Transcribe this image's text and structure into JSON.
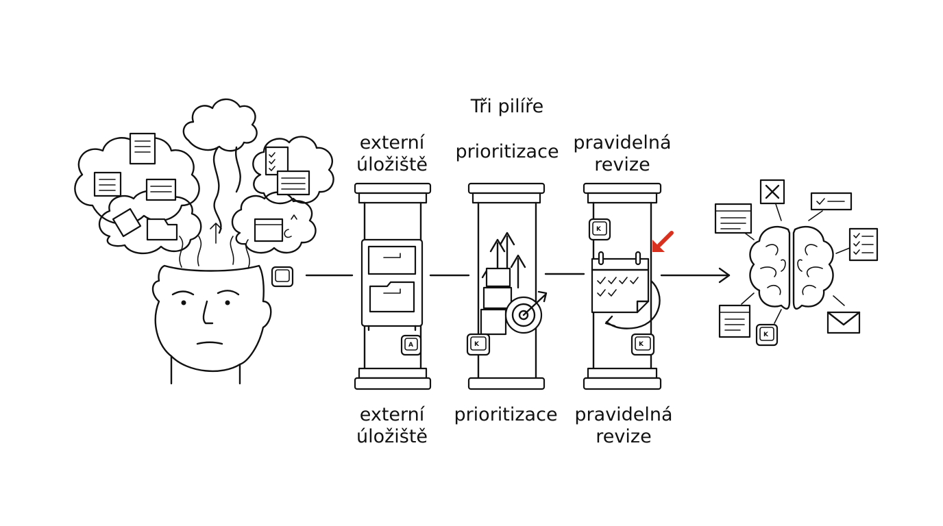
{
  "title": "Tři pilíře",
  "pillars": [
    {
      "top_label": [
        "externí",
        "úložiště"
      ],
      "bottom_label": [
        "externí",
        "úložiště"
      ],
      "icon": "filing-cabinet-icon",
      "key": "A"
    },
    {
      "top_label": [
        "prioritizace"
      ],
      "bottom_label": [
        "prioritizace"
      ],
      "icon": "target-arrows-icon",
      "key": "K"
    },
    {
      "top_label": [
        "pravidelná",
        "revize"
      ],
      "bottom_label": [
        "pravidelná",
        "revize"
      ],
      "icon": "calendar-review-icon",
      "key": "K"
    }
  ],
  "start_icon": "overloaded-head-icon",
  "end_icon": "organized-brain-icon",
  "keys": {
    "head_key": "",
    "brain_key": "K",
    "pillar3_top_key": "K"
  },
  "colors": {
    "ink": "#111111",
    "accent": "#d9311f",
    "background": "#ffffff"
  }
}
